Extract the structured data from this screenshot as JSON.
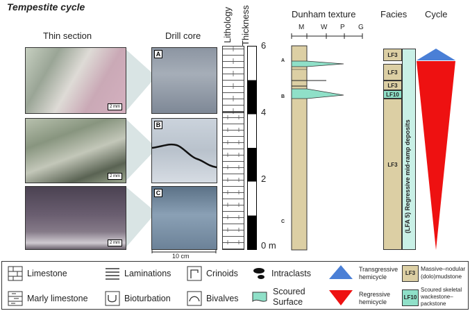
{
  "title": "Tempestite cycle",
  "headers": {
    "thin_section": "Thin section",
    "drill_core": "Drill core",
    "lithology": "Lithology",
    "thickness": "Thickness",
    "dunham": "Dunham texture",
    "facies": "Facies",
    "cycle": "Cycle"
  },
  "thin_section_scales": [
    "2 mm",
    "2 mm",
    "2 mm"
  ],
  "core_labels": [
    "A",
    "B",
    "C"
  ],
  "core_scale": "10 cm",
  "thickness_ticks": [
    "6",
    "4",
    "2",
    "0 m"
  ],
  "dunham_ticks": [
    "M",
    "W",
    "P",
    "G"
  ],
  "sample_labels": [
    "A",
    "B",
    "C"
  ],
  "facies_boxes": [
    "LF3",
    "LF3",
    "LF3",
    "LF10",
    "LF3"
  ],
  "assoc_label": "(LFA 5) Regressive mid-ramp deposits",
  "legend": {
    "limestone": "Limestone",
    "marly_limestone": "Marly limestone",
    "laminations": "Laminations",
    "bioturbation": "Bioturbation",
    "crinoids": "Crinoids",
    "bivalves": "Bivalves",
    "intraclasts": "Intraclasts",
    "scoured_1": "Scoured",
    "scoured_2": "Surface",
    "transgressive_1": "Transgressive",
    "transgressive_2": "hemicycle",
    "regressive_1": "Regressive",
    "regressive_2": "hemicycle",
    "lf3_code": "LF3",
    "lf3_desc_1": "Massive–nodular",
    "lf3_desc_2": "(dolo)mudstone",
    "lf10_code": "LF10",
    "lf10_desc_1": "Scoured skeletal",
    "lf10_desc_2": "wackestone–",
    "lf10_desc_3": "packstone"
  },
  "colors": {
    "tan": "#dccfa4",
    "scoured": "#8fe0c8",
    "transgressive": "#4a7fd6",
    "regressive": "#ee1111"
  }
}
